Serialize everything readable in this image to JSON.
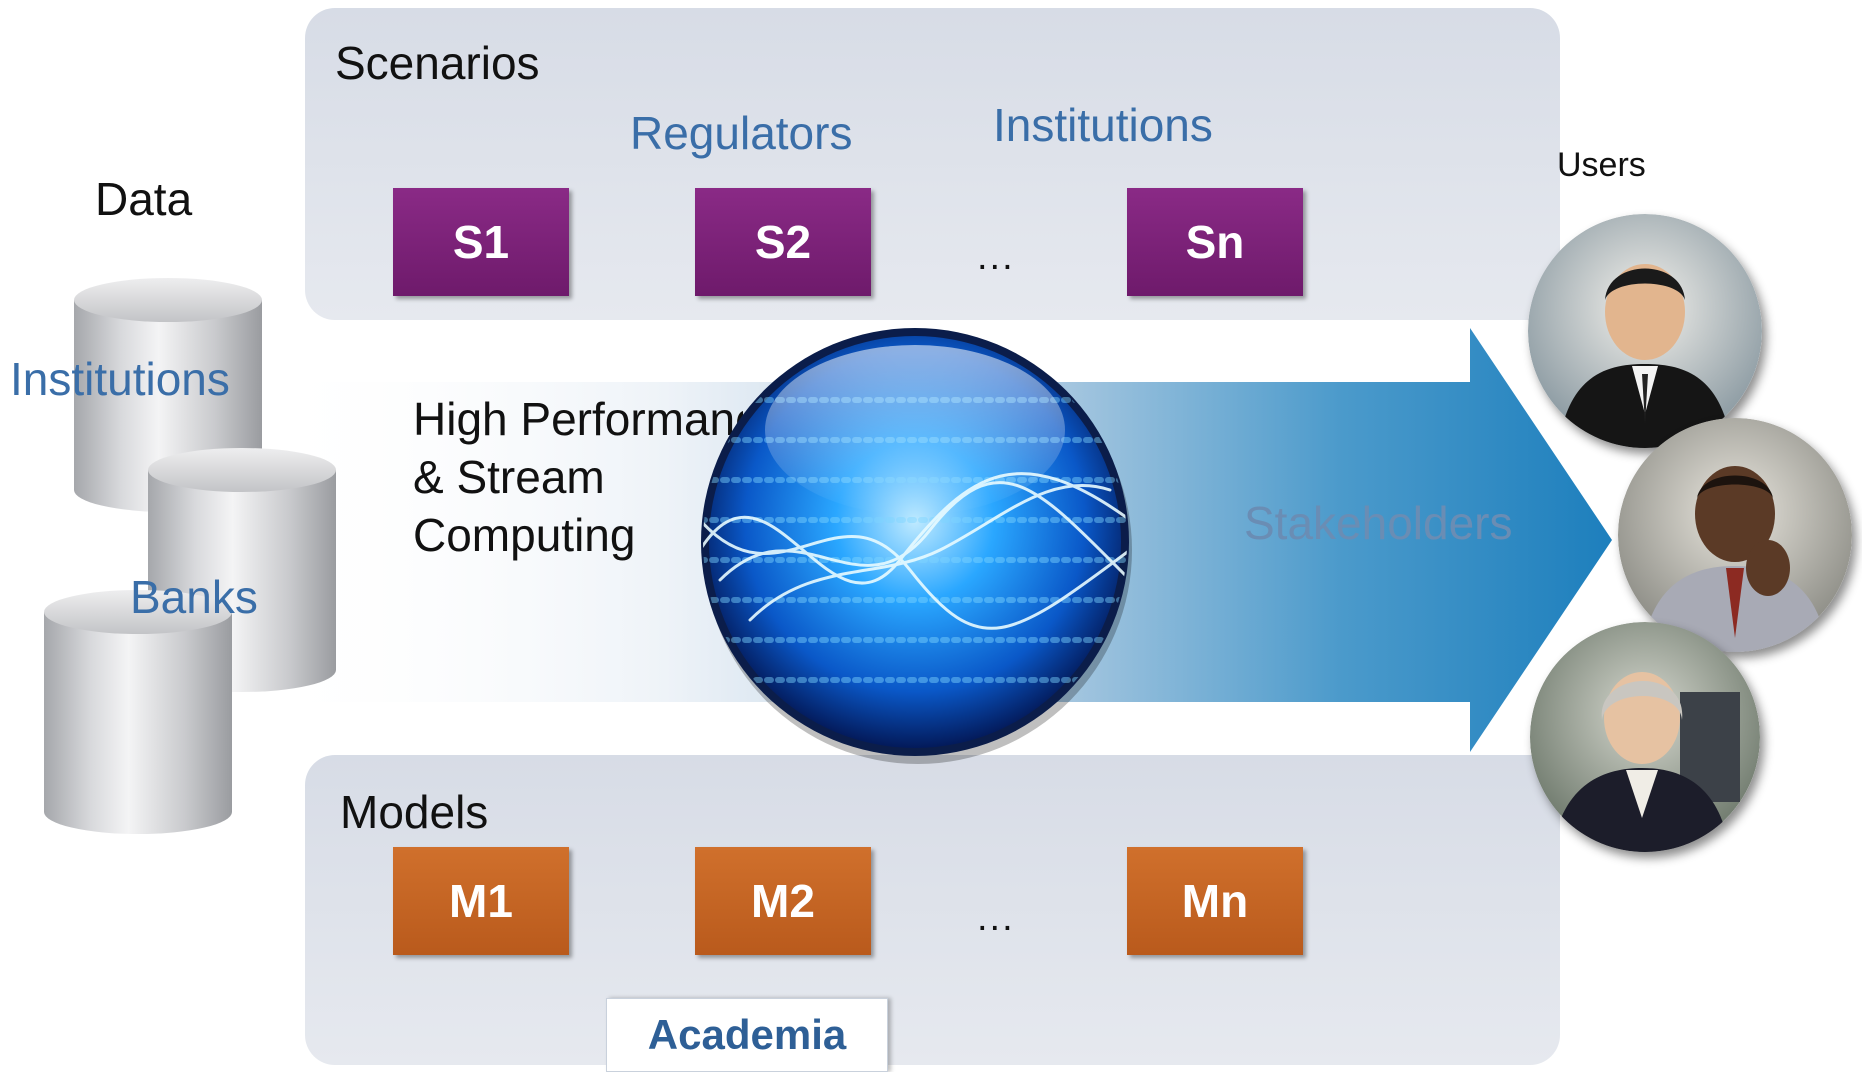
{
  "data_section": {
    "title": "Data",
    "labels": [
      "Institutions",
      "Banks"
    ]
  },
  "scenarios": {
    "title": "Scenarios",
    "labels": [
      "Regulators",
      "Institutions"
    ],
    "boxes": [
      "S1",
      "S2",
      "Sn"
    ],
    "ellipsis": "..."
  },
  "center": {
    "line1": "High Performance",
    "line2": "& Stream",
    "line3": "Computing",
    "arrow_label": "Stakeholders"
  },
  "models": {
    "title": "Models",
    "boxes": [
      "M1",
      "M2",
      "Mn"
    ],
    "ellipsis": "...",
    "tab": "Academia"
  },
  "users": {
    "title": "Users"
  },
  "colors": {
    "scenario_box": "#7a2077",
    "model_box": "#c4651f",
    "label_blue": "#3a6ea8",
    "arrow_blue": "#2a88c0"
  }
}
